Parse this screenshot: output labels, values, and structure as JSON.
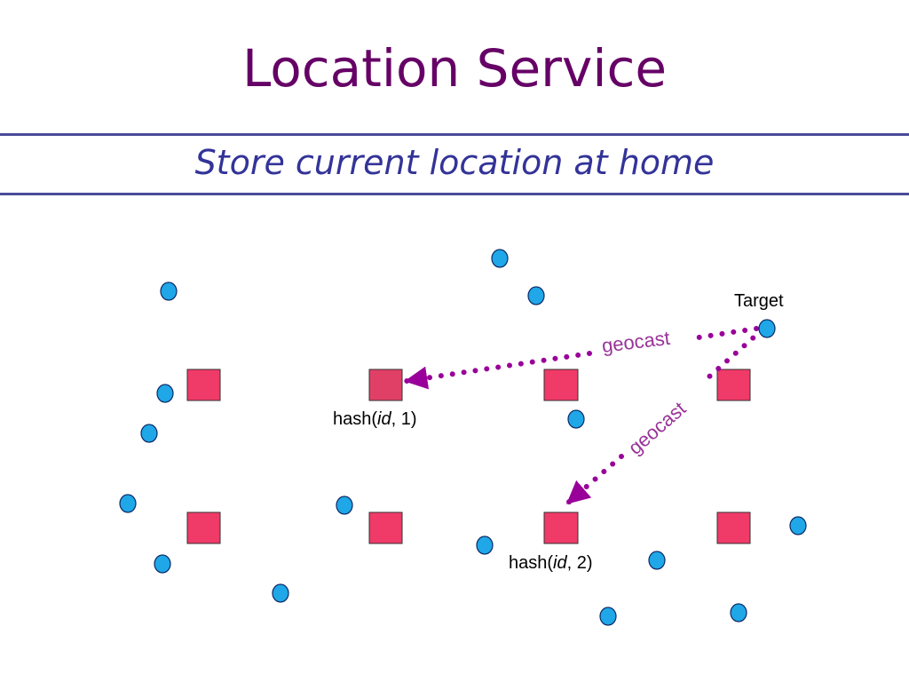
{
  "slide": {
    "title": "Location Service",
    "subtitle": "Store current location at home"
  },
  "labels": {
    "target": "Target",
    "geocast_1": "geocast",
    "geocast_2": "geocast",
    "hash1_prefix": "hash(",
    "hash1_id": "id",
    "hash1_suffix": ", 1)",
    "hash2_prefix": "hash(",
    "hash2_id": "id",
    "hash2_suffix": ", 2)"
  },
  "colors": {
    "title": "#660066",
    "subtitle": "#333399",
    "rule": "#4a4a9a",
    "node_fill": "#1fa7e8",
    "node_stroke": "#0c2a66",
    "home_fill": "#f03a68",
    "home_highlight_fill": "#e04066",
    "arrow": "#990099",
    "geocast_text": "#993399"
  },
  "icons": {
    "node": "circle-node-icon",
    "home": "square-home-icon",
    "arrow": "dotted-arrow-icon"
  }
}
